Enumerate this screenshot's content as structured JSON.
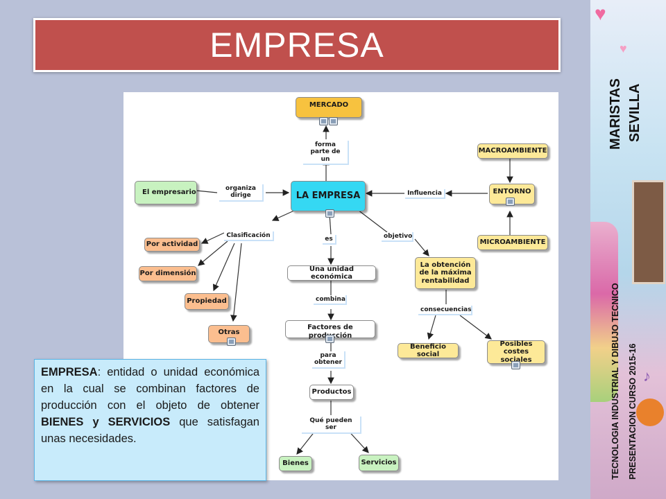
{
  "slide": {
    "title": "EMPRESA"
  },
  "map": {
    "nodes": {
      "mercado": "MERCADO",
      "macroambiente": "MACROAMBIENTE",
      "empresario": "El empresario",
      "empresa": "LA EMPRESA",
      "entorno": "ENTORNO",
      "microambiente": "MICROAMBIENTE",
      "por_actividad": "Por actividad",
      "por_dimension": "Por dimensión",
      "propiedad": "Propiedad",
      "otras": "Otras",
      "unidad": "Una unidad económica",
      "obtencion": "La obtención de la máxima rentabilidad",
      "factores": "Factores de producción",
      "beneficio": "Beneficio social",
      "costes": "Posibles costes sociales",
      "productos": "Productos",
      "bienes": "Bienes",
      "servicios": "Servicios"
    },
    "links": {
      "forma_parte": "forma parte de un",
      "organiza": "organiza dirige",
      "influencia": "Influencia",
      "clasificacion": "Clasificación",
      "es": "es",
      "objetivo": "objetivo",
      "combina": "combina",
      "consecuencias": "consecuencias",
      "para_obtener": "para obtener",
      "que_pueden_ser": "Qué pueden ser"
    }
  },
  "definition": {
    "term": "EMPRESA",
    "text1": ": entidad o unidad económica en la cual se combinan factores de producción con el objeto de obtener ",
    "bold": "BIENES y SERVICIOS",
    "text2": " que satisfagan unas necesidades."
  },
  "sidebar": {
    "line1": "MARISTAS",
    "line2": "SEVILLA",
    "footer1": "TECNOLOGIA INDUSTRIAL Y DIBUJO TECNICO",
    "footer2": "PRESENTACION CURSO 2015-16"
  }
}
